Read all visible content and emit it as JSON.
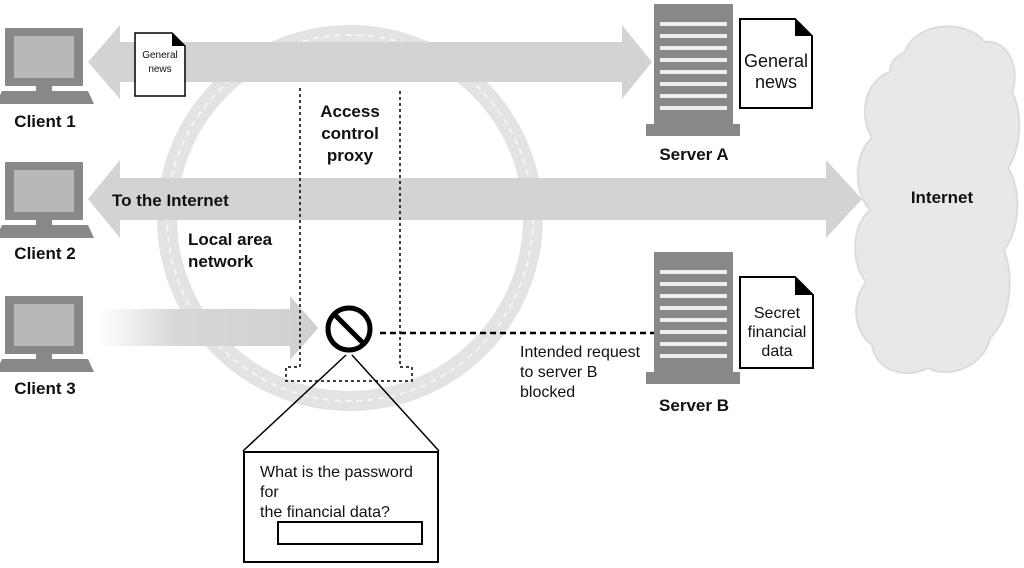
{
  "clients": [
    {
      "label": "Client 1"
    },
    {
      "label": "Client 2"
    },
    {
      "label": "Client 3"
    }
  ],
  "servers": [
    {
      "label": "Server A",
      "doc_lines": [
        "General",
        "news"
      ]
    },
    {
      "label": "Server B",
      "doc_lines": [
        "Secret",
        "financial",
        "data"
      ]
    }
  ],
  "client1_doc_lines": [
    "General",
    "news"
  ],
  "internet_label": "Internet",
  "to_internet_label": "To the Internet",
  "lan_label_lines": [
    "Local area",
    "network"
  ],
  "proxy_label_lines": [
    "Access",
    "control",
    "proxy"
  ],
  "blocked_label_lines": [
    "Intended request",
    "to server B",
    "blocked"
  ],
  "prompt": {
    "lines": [
      "What is the password for",
      "the financial data?"
    ],
    "input_value": ""
  },
  "colors": {
    "arrow_fill": "#d3d3d3",
    "lan_ring": "#e3e3e3",
    "cloud": "#e8e8e8",
    "device_dark": "#888888",
    "device_light": "#b8b8b8",
    "line": "#000000"
  }
}
